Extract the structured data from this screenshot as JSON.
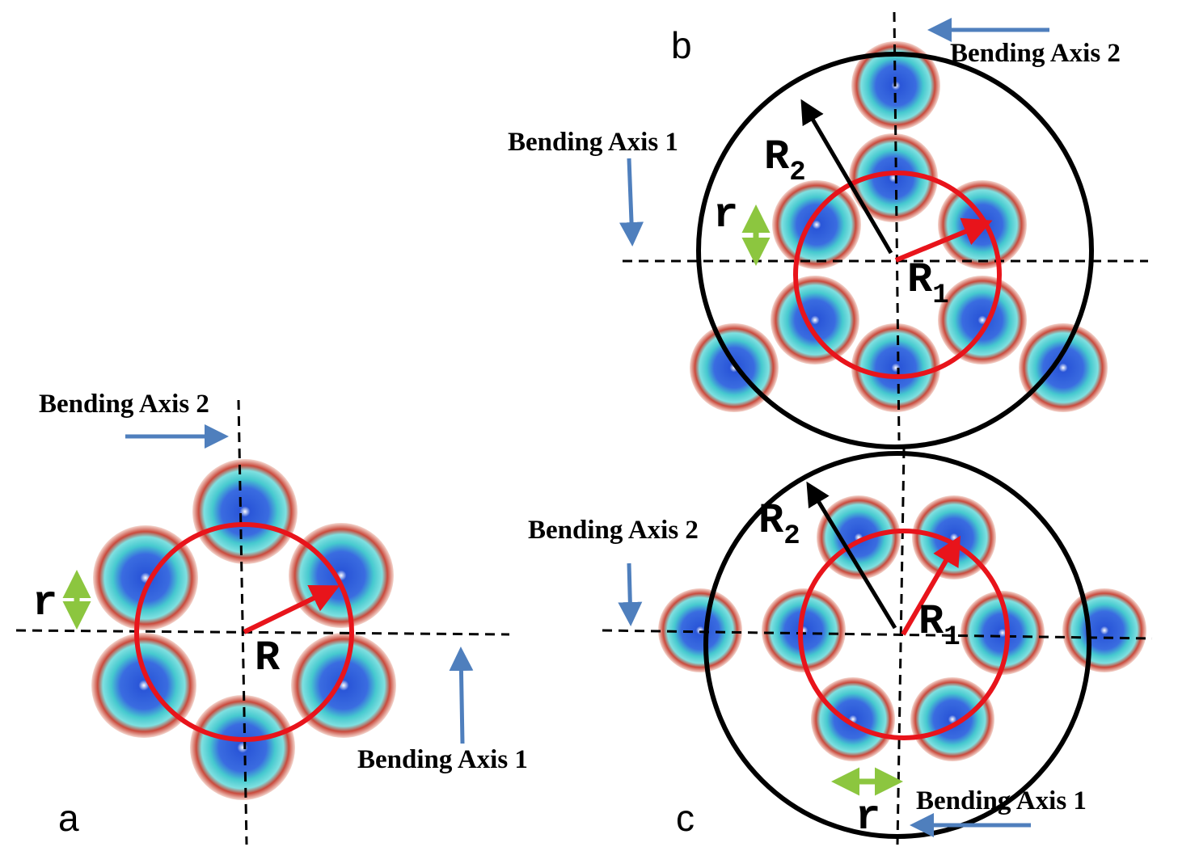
{
  "colors": {
    "arrow_blue": "#4f7fbd",
    "red_circle": "#e8141b",
    "green_arrow": "#8cc63f",
    "black": "#000000",
    "micelle_core": "#1f4fd6",
    "micelle_mid": "#32c8c8",
    "micelle_shell": "#c0392b"
  },
  "panels": {
    "a": {
      "letter": "a",
      "bending_axis_1": "Bending Axis 1",
      "bending_axis_2": "Bending Axis 2",
      "radius_label": "R",
      "small_r_label": "r"
    },
    "b": {
      "letter": "b",
      "bending_axis_1": "Bending Axis 1",
      "bending_axis_2": "Bending Axis 2",
      "r1_base": "R",
      "r1_sub": "1",
      "r2_base": "R",
      "r2_sub": "2",
      "small_r_label": "r"
    },
    "c": {
      "letter": "c",
      "bending_axis_1": "Bending Axis 1",
      "bending_axis_2": "Bending Axis 2",
      "r1_base": "R",
      "r1_sub": "1",
      "r2_base": "R",
      "r2_sub": "2",
      "small_r_label": "r"
    }
  }
}
